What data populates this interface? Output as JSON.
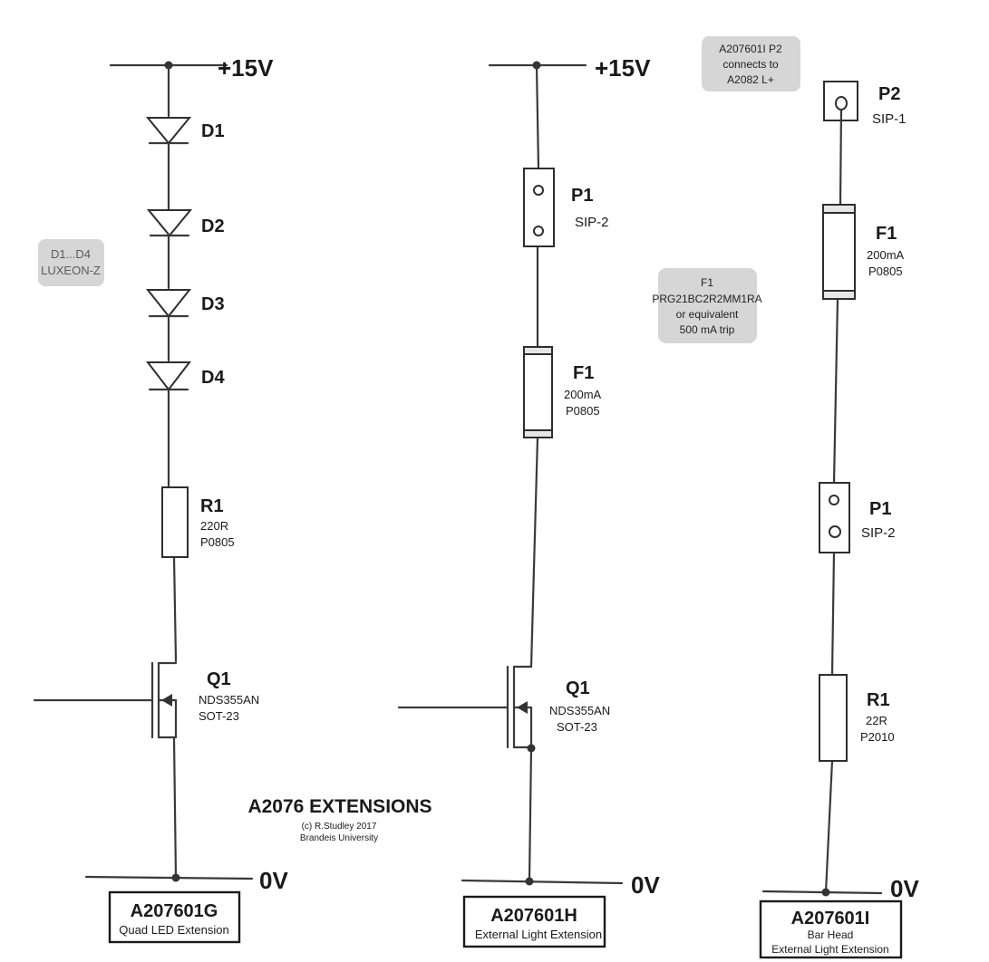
{
  "title": {
    "main": "A2076 EXTENSIONS",
    "copyright": "(c) R.Studley 2017",
    "org": "Brandeis University"
  },
  "notes": {
    "diodes": [
      "D1...D4",
      "LUXEON-Z"
    ],
    "connection": [
      "A207601I P2",
      "connects to",
      "A2082 L+"
    ],
    "fuse": [
      "F1",
      "PRG21BC2R2MM1RA",
      "or equivalent",
      "500 mA trip"
    ]
  },
  "circuits": [
    {
      "supply": "+15V",
      "ground": "0V",
      "board_id": "A207601G",
      "board_name": [
        "Quad LED Extension"
      ],
      "components": [
        {
          "ref": "D1"
        },
        {
          "ref": "D2"
        },
        {
          "ref": "D3"
        },
        {
          "ref": "D4"
        },
        {
          "ref": "R1",
          "value": "220R",
          "package": "P0805"
        },
        {
          "ref": "Q1",
          "value": "NDS355AN",
          "package": "SOT-23"
        }
      ]
    },
    {
      "supply": "+15V",
      "ground": "0V",
      "board_id": "A207601H",
      "board_name": [
        "External Light Extension"
      ],
      "components": [
        {
          "ref": "P1",
          "value": "SIP-2"
        },
        {
          "ref": "F1",
          "value": "200mA",
          "package": "P0805"
        },
        {
          "ref": "Q1",
          "value": "NDS355AN",
          "package": "SOT-23"
        }
      ]
    },
    {
      "ground": "0V",
      "board_id": "A207601I",
      "board_name": [
        "Bar Head",
        "External Light Extension"
      ],
      "components": [
        {
          "ref": "P2",
          "value": "SIP-1"
        },
        {
          "ref": "F1",
          "value": "200mA",
          "package": "P0805"
        },
        {
          "ref": "P1",
          "value": "SIP-2"
        },
        {
          "ref": "R1",
          "value": "22R",
          "package": "P2010"
        }
      ]
    }
  ]
}
